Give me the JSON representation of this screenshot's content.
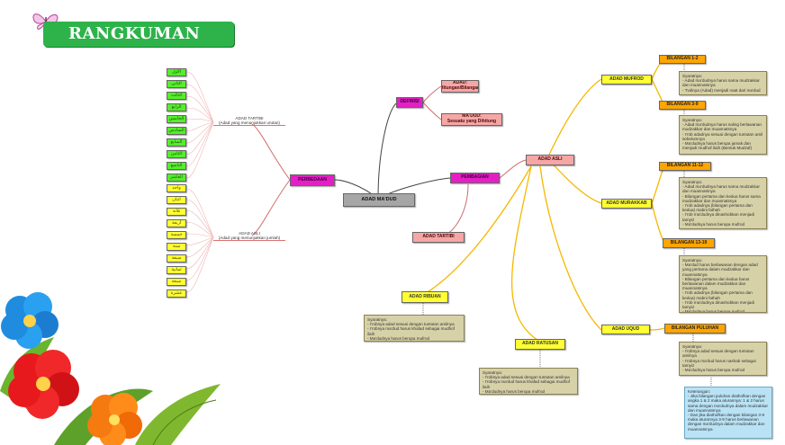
{
  "banner": {
    "title": "RANGKUMAN"
  },
  "root": "ADAD MA'DUD",
  "definisi": {
    "label": "DEFINISI",
    "items": [
      "ADAD:\nHitungan/Bilangan",
      "MA'DUD:\nSesuatu yang Dihitung"
    ]
  },
  "pembagian": {
    "label": "PEMBAGIAN",
    "adad_asli": "ADAD ASLI",
    "adad_tartibi": "ADAD TARTIBI"
  },
  "perbedaan": {
    "label": "PERBEDAAN",
    "tartibi_label": "ADAD TARTIBI\n(Adad yang menunjukkan urutan)",
    "asli_label": "ADAD ASLI\n(Adad yang menunjukkan jumlah)",
    "green_items": [
      "الأول",
      "الثاني",
      "الثالث",
      "الرابع",
      "الخامس",
      "السادس",
      "السابع",
      "الثامن",
      "التاسع",
      "العاشر"
    ],
    "yellow_items": [
      "واحد",
      "اثنان",
      "ثلاثة",
      "أربعة",
      "خمسة",
      "ستة",
      "سبعة",
      "ثمانية",
      "تسعة",
      "عشرة"
    ]
  },
  "mufrod": {
    "label": "ADAD MUFROD",
    "b12": {
      "label": "BILANGAN 1-2",
      "note": "Syaratnya:\n- Adad ma'dudnya harus sama mudzakkar dan muannatsnya\n- Tvdinya (Adad) menjadi naat dari ma'dud"
    },
    "b310": {
      "label": "BILANGAN 3-9",
      "note": "Syaratnya:\n- Adad ma'dudnya harus saling berlawanan mudzakkar dan muannatsnya\n- I'rob adadnya sesuai dengan tuntutan amil sebelumnya\n- Ma'dudnya harus berupa jamak dan menjadi mudhof ilaih (Bentuk Mudzaf)"
    }
  },
  "murakkab": {
    "label": "ADAD MURAKKAB",
    "b1112": {
      "label": "BILANGAN 11-12",
      "note": "Syaratnya:\n- Adad ma'dudnya harus sama mudzakkar dan muannatsnya\n- Bilangan pertama dan kedua harus sama mudzakkar dan muannatsnya\n- I'rob adadnya (bilangan pertama dan kedua) mabni fathah\n- I'rob ma'dudnya dinashobkan menjadi tamyiz\n- Ma'dudnya harus berupa mufrod"
    },
    "b1319": {
      "label": "BILANGAN 13-19",
      "note": "Syaratnya:\n- Ma'dud harus berlawanan dengan adad yang pertama dalam mudzakkar dan muannatsnya\n- Bilangan pertama dan kedua harus berlawanan dalam mudzakkar dan muannatsnya\n- I'rob adadnya (bilangan pertama dan kedua) mabni fathah\n- I'rob ma'dudnya dinashobkan menjadi tamyiz\n- Ma'dudnya harus berupa mufrod"
    }
  },
  "uqud": {
    "label": "ADAD UQUD",
    "puluhan": {
      "label": "BILANGAN PULUHAN",
      "note": "Syaratnya:\n- I'robnya adad sesuai dengan tuntutan amilnya\n- I'robnya ma'dud harus nashab sebagai tamyiz\n- Ma'dudnya harus berupa mufrod"
    },
    "keterangan": "Keterangan:\n- Jika bilangan puluhan diathofkan dengan angka 1 & 2 maka aturannya: 1 & 2 harus sama dengan ma'dudnya dalam mudzakkar dan muannatsnya\n- Dan jika diathofkan dengan bilangan 3-9 maka aturannya 3-9 harus berlawanan dengan ma'dudnya dalam mudzakkar dan muannatsnya"
  },
  "ratusan": {
    "label": "ADAD RATUSAN",
    "note": "Syaratnya:\n- I'robnya adad sesuai dengan tuntutan amilnya\n- I'robnya ma'dud harus khafad sebagai mudhof ilaih\n- Ma'dudnya harus berupa mufrod"
  },
  "ribuan": {
    "label": "ADAD RIBUAN",
    "note": "Syaratnya:\n- I'robnya adad sesuai dengan tuntutan amilnya\n- I'robnya ma'dud harus khafad sebagai mudhof ilaih\n- Ma'dudnya harus berupa mufrod"
  },
  "colors": {
    "banner": "#2db34a",
    "orange_link": "#f5b800",
    "red_link": "#e07070",
    "pink_node": "#f7a6a6",
    "magenta_node": "#e51fc6",
    "note": "#d7d1a8"
  },
  "decor": {
    "butterfly": "butterfly-logo",
    "flowers": "hibiscus-flowers"
  }
}
